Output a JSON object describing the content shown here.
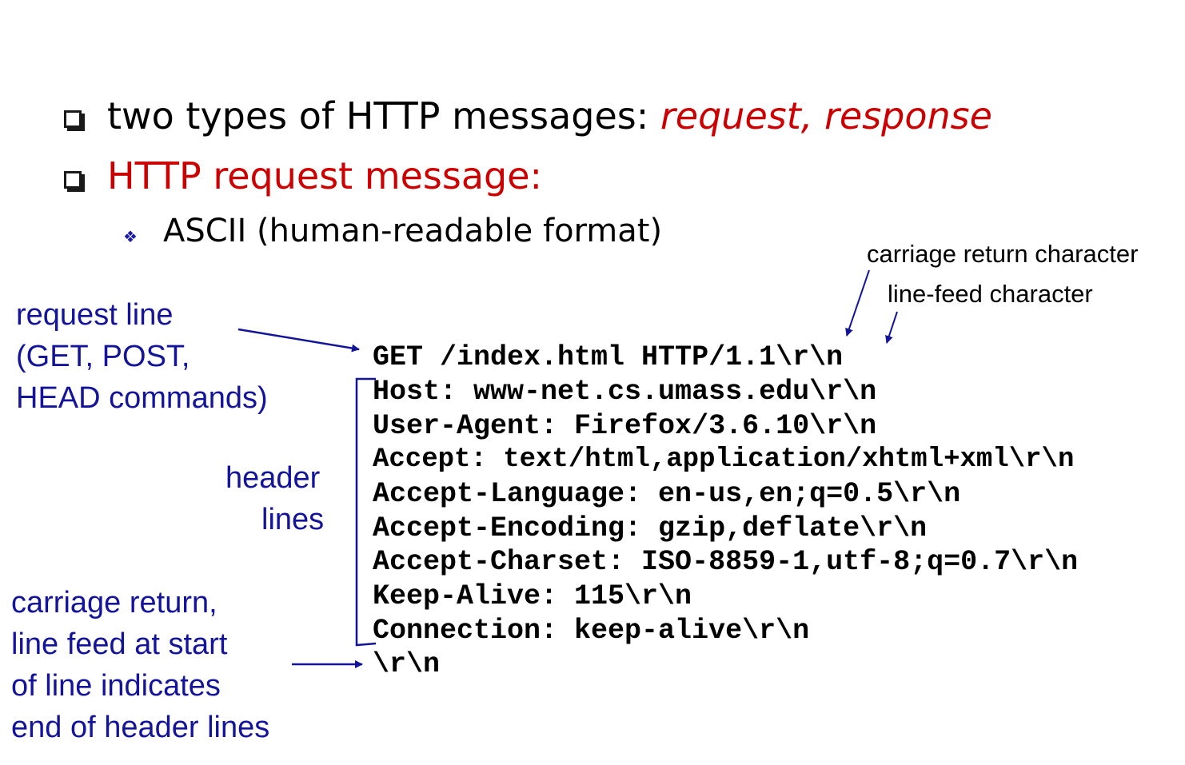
{
  "bullets": {
    "line1": {
      "text": "two types of HTTP messages: ",
      "highlight": "request, response"
    },
    "line2": {
      "text": "HTTP request message:"
    },
    "sub1": {
      "symbol": "❖",
      "text": "ASCII (human-readable format)"
    }
  },
  "annotations": {
    "cr_char": "carriage return character",
    "lf_char": "line-feed character",
    "request_line": [
      "request line",
      "(GET, POST,",
      "HEAD commands)"
    ],
    "header_lines": [
      "header",
      "lines"
    ],
    "end_note": [
      "carriage return,",
      "line feed at start",
      "of line indicates",
      "end of header lines"
    ]
  },
  "http_request": [
    "GET /index.html HTTP/1.1\\r\\n",
    "Host: www-net.cs.umass.edu\\r\\n",
    "User-Agent: Firefox/3.6.10\\r\\n",
    "Accept: text/html,application/xhtml+xml\\r\\n",
    "Accept-Language: en-us,en;q=0.5\\r\\n",
    "Accept-Encoding: gzip,deflate\\r\\n",
    "Accept-Charset: ISO-8859-1,utf-8;q=0.7\\r\\n",
    "Keep-Alive: 115\\r\\n",
    "Connection: keep-alive\\r\\n",
    "\\r\\n"
  ],
  "colors": {
    "accent_red": "#cc0000",
    "annotation_blue": "#14149a"
  }
}
